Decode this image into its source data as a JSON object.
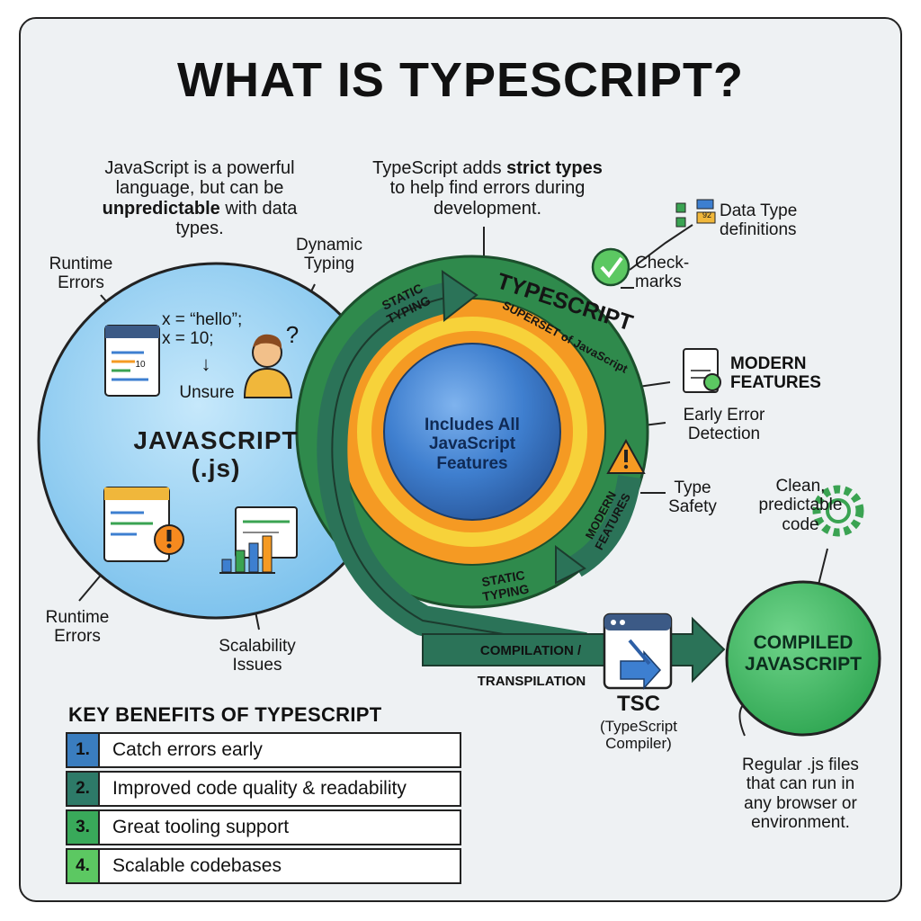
{
  "title": "WHAT IS TYPESCRIPT?",
  "intro_js": {
    "line1": "JavaScript is a powerful",
    "line2": "language, but can be",
    "line3_bold": "unpredictable",
    "line3_rest": " with data",
    "line4": "types."
  },
  "intro_ts": {
    "line1_pre": "TypeScript adds ",
    "line1_bold": "strict types",
    "line2": "to help find errors during",
    "line3": "development."
  },
  "javascript": {
    "title_line1": "JAVASCRIPT",
    "title_line2": "(.js)",
    "code_line1": "x = “hello”;",
    "code_line2": "x = 10;",
    "arrow": "↓",
    "unsure": "Unsure",
    "question": "?",
    "label_runtime_top": [
      "Runtime",
      "Errors"
    ],
    "label_dynamic": [
      "Dynamic",
      "Typing"
    ],
    "label_runtime_bottom": [
      "Runtime",
      "Errors"
    ],
    "label_scalability": [
      "Scalability",
      "Issues"
    ],
    "code_num": "10"
  },
  "typescript": {
    "ring_title": "TYPESCRIPT",
    "ring_subtitle": "SUPERSET of JavaScript",
    "static_top": [
      "STATIC",
      "TYPING"
    ],
    "static_bottom": [
      "STATIC",
      "TYPING"
    ],
    "modern_ring": [
      "MODERN",
      "FEATURES"
    ],
    "core_line1": "Includes All",
    "core_line2": "JavaScript",
    "core_line3": "Features",
    "data_type": [
      "Data Type",
      "definitions"
    ],
    "checkmarks": [
      "Check-",
      "marks"
    ],
    "modern_features": [
      "MODERN",
      "FEATURES"
    ],
    "early_error": [
      "Early Error",
      "Detection"
    ],
    "type_safety": [
      "Type",
      "Safety"
    ],
    "icon_badge": "92"
  },
  "compile": {
    "arrow_line1": "COMPILATION /",
    "arrow_line2": "TRANSPILATION",
    "tsc": "TSC",
    "tsc_sub1": "(TypeScript",
    "tsc_sub2": "Compiler)"
  },
  "compiled": {
    "line1": "COMPILED",
    "line2": "JAVASCRIPT",
    "clean": [
      "Clean,",
      "predictable",
      "code"
    ],
    "desc": [
      "Regular .js files",
      "that can run in",
      "any browser or",
      "environment."
    ]
  },
  "benefits": {
    "heading": "KEY BENEFITS OF TYPESCRIPT",
    "items": [
      {
        "num": "1.",
        "text": "Catch errors early",
        "color": "#3a7dbf"
      },
      {
        "num": "2.",
        "text": "Improved code quality & readability",
        "color": "#2d7a68"
      },
      {
        "num": "3.",
        "text": "Great tooling support",
        "color": "#39a95a"
      },
      {
        "num": "4.",
        "text": "Scalable codebases",
        "color": "#5cc862"
      }
    ]
  },
  "colors": {
    "background": "#eef1f3",
    "js_circle": "#8ccdf1",
    "ts_green": "#2f8a4c",
    "orange": "#f59a23",
    "yellow": "#f7d23a",
    "core_blue": "#3d7fd0",
    "compiled_green": "#3cb862"
  }
}
